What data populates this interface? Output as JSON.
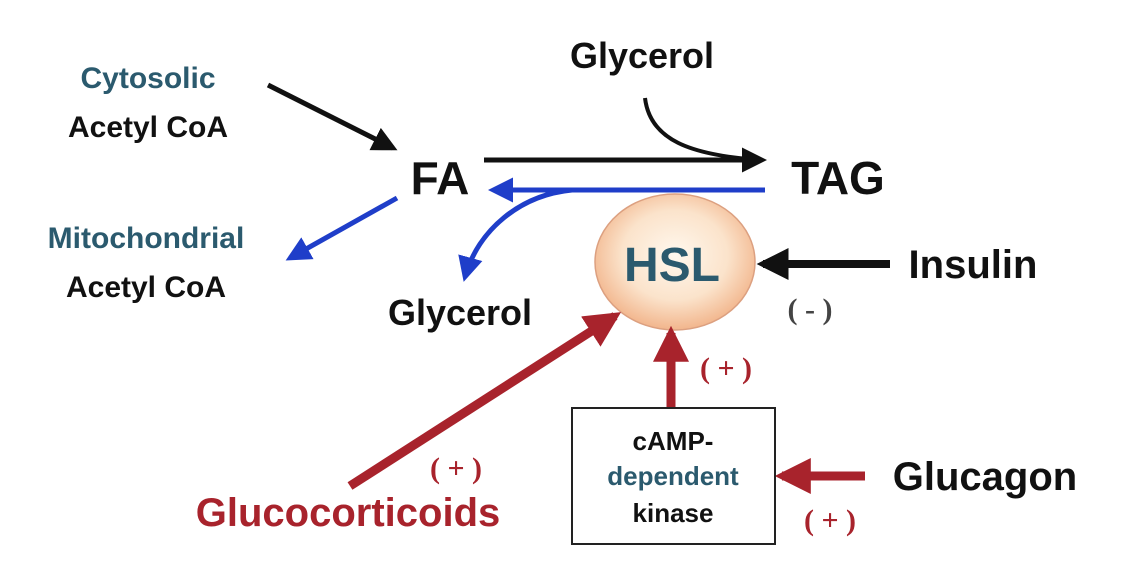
{
  "labels": {
    "cytosolic": "Cytosolic",
    "acetyl_coa_top": "Acetyl CoA",
    "glycerol_top": "Glycerol",
    "fa": "FA",
    "tag": "TAG",
    "mitochondrial": "Mitochondrial",
    "acetyl_coa_bottom": "Acetyl CoA",
    "hsl": "HSL",
    "insulin": "Insulin",
    "glycerol_bottom": "Glycerol",
    "insulin_effect": "( - )",
    "pka_effect": "( + )",
    "camp_line1": "cAMP-",
    "camp_line2": "dependent",
    "camp_line3": "kinase",
    "glucocorticoids_effect": "( + )",
    "glucocorticoids": "Glucocorticoids",
    "glucagon": "Glucagon",
    "glucagon_effect": "( + )"
  },
  "colors": {
    "black": "#111111",
    "blue": "#1f3ec9",
    "teal": "#2b5a6e",
    "dark_red": "#a8232c",
    "box_border": "#222222",
    "hsl_fill_inner": "#fff4e6",
    "hsl_fill_outer": "#f3b48a",
    "hsl_stroke": "#d9a27a"
  }
}
